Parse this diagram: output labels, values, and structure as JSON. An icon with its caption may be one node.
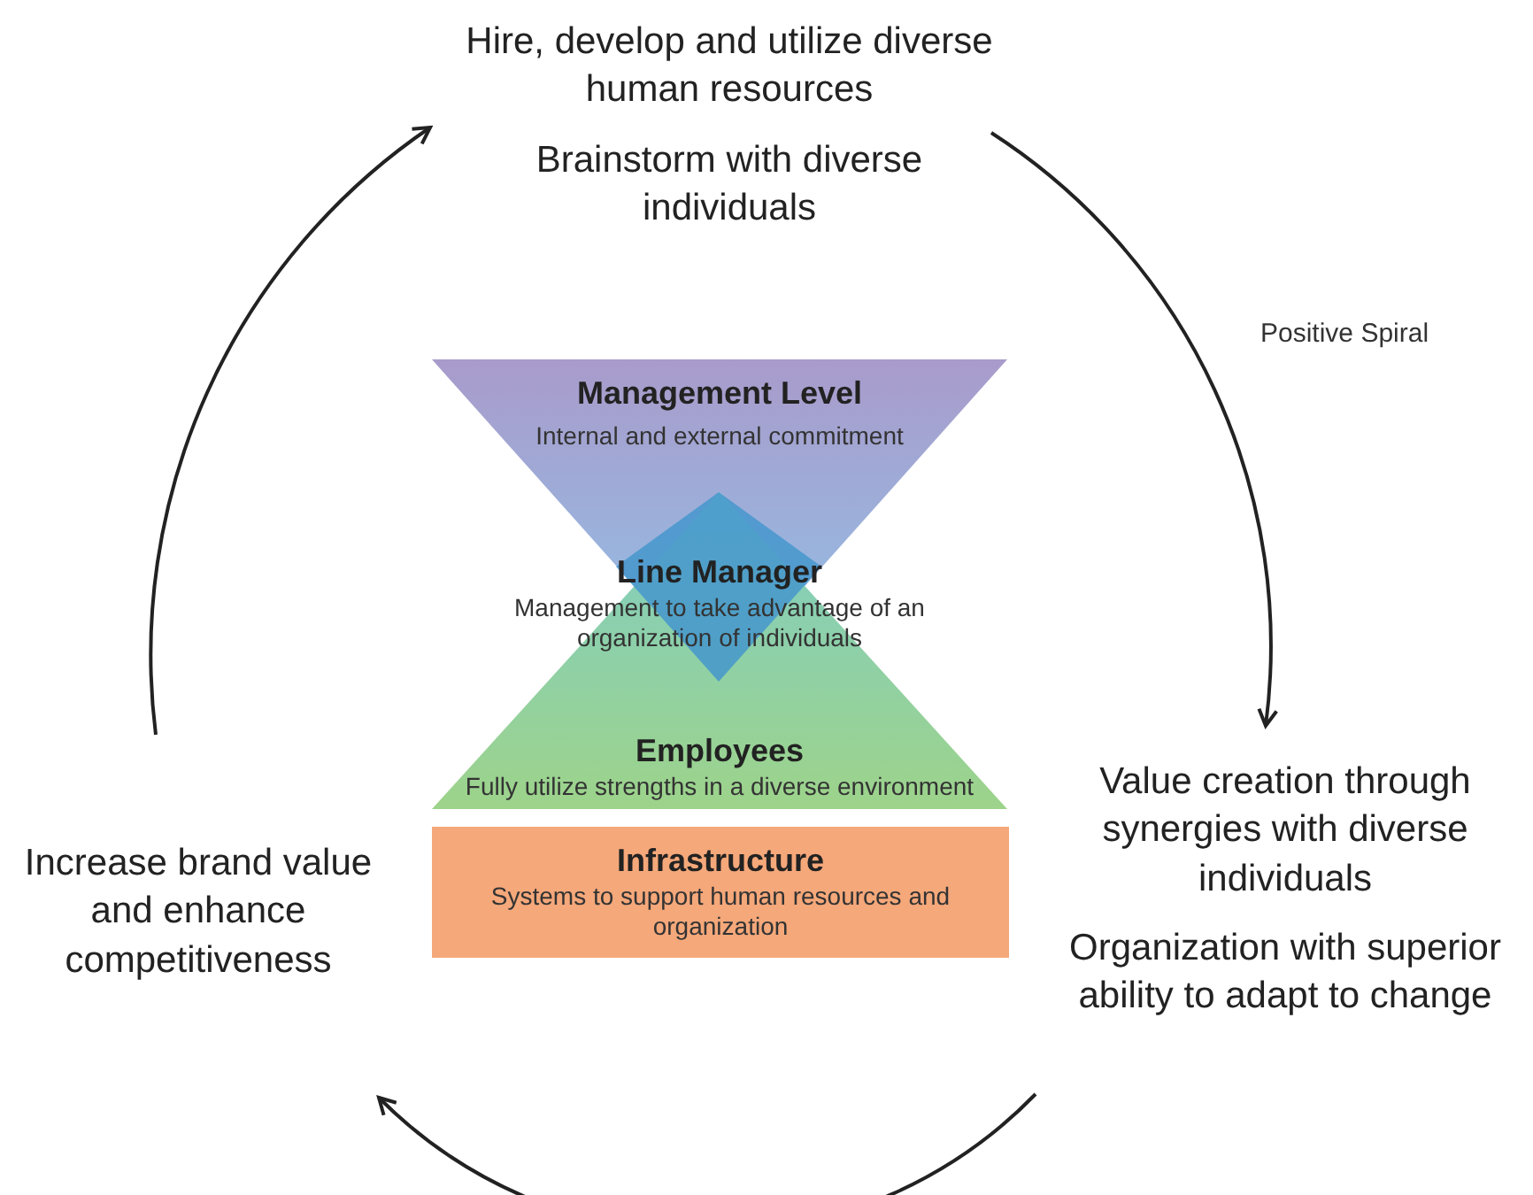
{
  "diagram": {
    "nodes": [
      {
        "text": [
          "Hire, develop and utilize diverse human resources",
          "Brainstorm with diverse individuals"
        ]
      },
      {
        "text": [
          "Value creation through synergies with diverse individuals",
          "Organization with superior ability to adapt to change"
        ]
      },
      {
        "text": [
          "Increase brand value and enhance competitiveness"
        ]
      },
      {
        "text": [
          "Management Level",
          "Internal and external commitment"
        ]
      },
      {
        "text": [
          "Line Manager",
          "Management to take advantage of an organization of individuals"
        ]
      },
      {
        "text": [
          "Employees",
          "Fully utilize strengths in a diverse environment"
        ]
      },
      {
        "text": [
          "Infrastructure",
          "Systems to support human resources and organization"
        ]
      }
    ],
    "edges": [
      {
        "from": 0,
        "to": 1,
        "arrow": "to"
      },
      {
        "from": 1,
        "to": 2,
        "arrow": "to"
      },
      {
        "from": 2,
        "to": 0,
        "arrow": "to"
      }
    ],
    "labels": [
      "Positive Spiral"
    ]
  }
}
